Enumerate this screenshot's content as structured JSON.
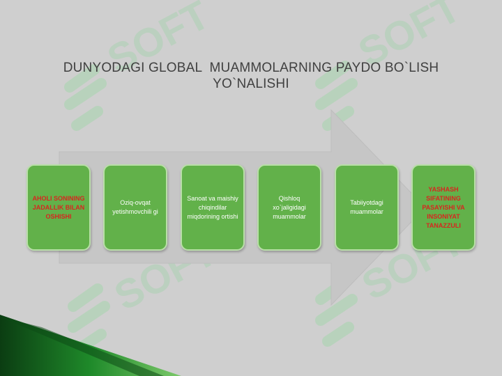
{
  "title": {
    "line1": "DUNYODAGI GLOBAL  MUAMMOLARNING PAYDO BO`LISH",
    "line2": "YO`NALISHI"
  },
  "steps": [
    {
      "text": "AHOLI SONINING JADALLIK BILAN OSHISHI",
      "style": "red"
    },
    {
      "text": "Oziq-ovqat yetishmovchili gi",
      "style": "white"
    },
    {
      "text": "Sanoat va maishiy chiqindilar miqdorining ortishi",
      "style": "white"
    },
    {
      "text": "Qishloq xo`jaligidagi muammolar",
      "style": "white"
    },
    {
      "text": "Tabiiyotdagi muammolar",
      "style": "white"
    },
    {
      "text": "YASHASH SIFATINING PASAYISHI VA INSONIYAT TANAZZULI",
      "style": "red"
    }
  ],
  "watermark": {
    "text": "SOFT"
  },
  "colors": {
    "background": "#cfcfcf",
    "box_fill": "#62b14a",
    "box_border": "#b9dfa8",
    "arrow_fill": "#c6c6c6",
    "accent_red": "#d7261f",
    "corner_green": "#1f8a2a"
  }
}
